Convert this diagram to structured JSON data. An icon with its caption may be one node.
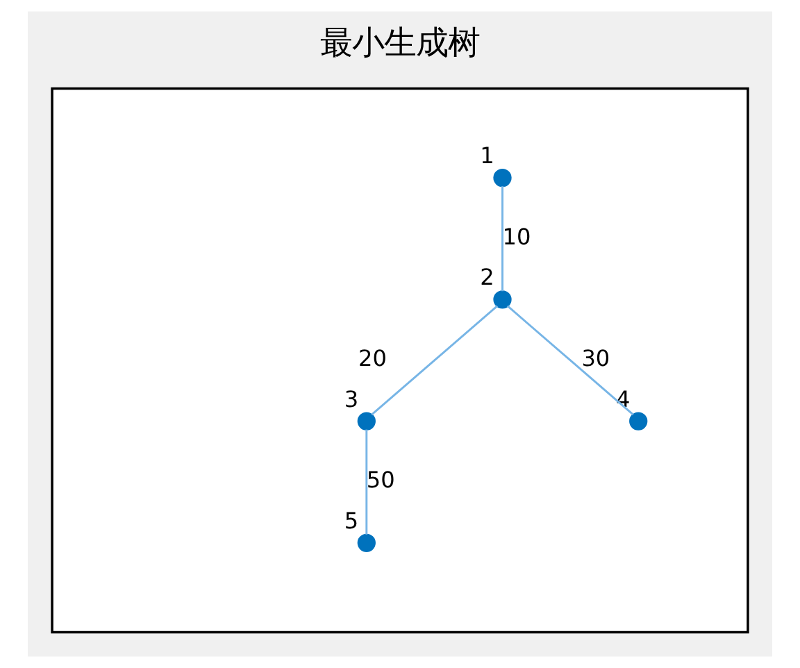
{
  "diagram": {
    "title": "最小生成树",
    "nodes": [
      {
        "text": [],
        "shape": "box"
      },
      {
        "text": [],
        "shape": "circle",
        "beside": [
          "1"
        ],
        "in": 0
      },
      {
        "text": [],
        "shape": "circle",
        "beside": [
          "2"
        ],
        "in": 0
      },
      {
        "text": [],
        "shape": "circle",
        "beside": [
          "3"
        ],
        "in": 0
      },
      {
        "text": [],
        "shape": "circle",
        "beside": [
          "4"
        ],
        "in": 0
      },
      {
        "text": [],
        "shape": "circle",
        "beside": [
          "5"
        ],
        "in": 0
      }
    ],
    "edges": [
      {
        "from": 1,
        "to": 2,
        "arrow": "none",
        "label": "10"
      },
      {
        "from": 2,
        "to": 3,
        "arrow": "none",
        "label": "20"
      },
      {
        "from": 2,
        "to": 4,
        "arrow": "none",
        "label": "30"
      },
      {
        "from": 3,
        "to": 5,
        "arrow": "none",
        "label": "50"
      }
    ]
  }
}
